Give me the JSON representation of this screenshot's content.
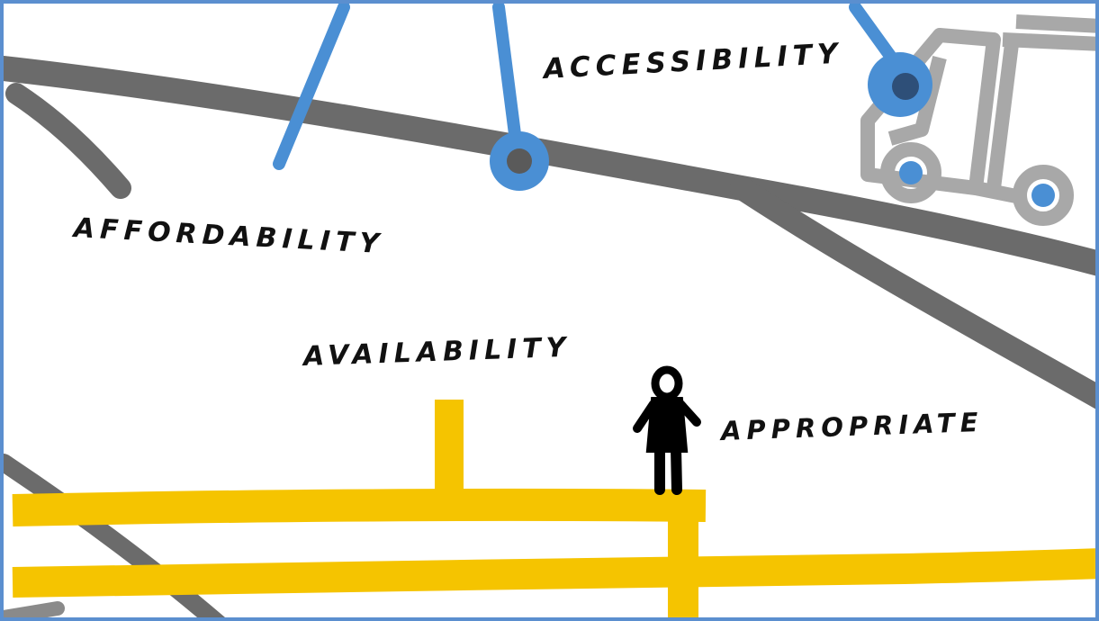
{
  "labels": {
    "accessibility": "ACCESSIBILITY",
    "affordability": "AFFORDABILITY",
    "availability": "AVAILABILITY",
    "appropriate": "APPROPRIATE"
  },
  "colors": {
    "frame": "#5b8fcf",
    "road": "#6b6b6b",
    "blue_lines": "#4a8fd4",
    "yellow_path": "#f5c400",
    "truck": "#a8a8a8",
    "person": "#000000"
  },
  "icons": [
    "truck-icon",
    "person-icon",
    "location-pin-icon"
  ]
}
